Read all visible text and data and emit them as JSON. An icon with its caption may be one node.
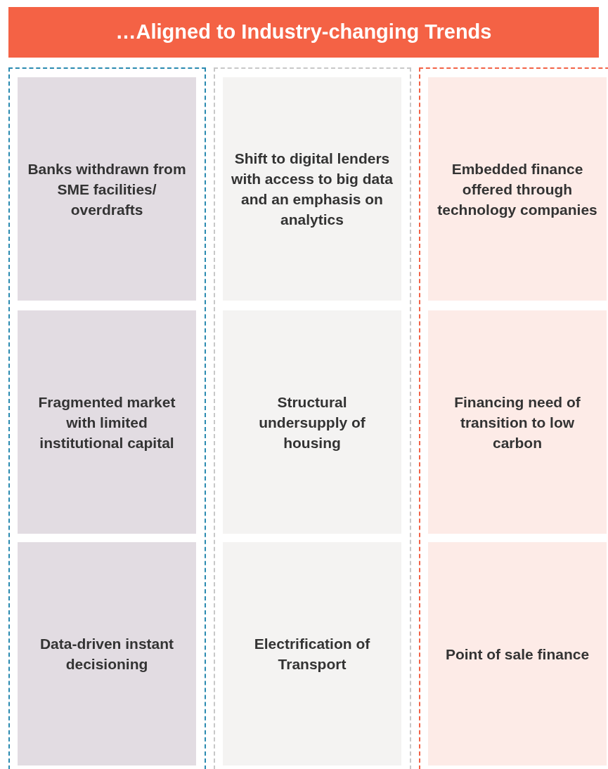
{
  "diagram": {
    "title": "…Aligned to Industry-changing Trends",
    "nodes": [
      {
        "text": [],
        "shape": "box"
      },
      {
        "text": [
          "Banks withdrawn from SME facilities/ overdrafts"
        ],
        "in": 0
      },
      {
        "text": [
          "Fragmented market with limited institutional capital"
        ],
        "in": 0
      },
      {
        "text": [
          "Data-driven instant decisioning"
        ],
        "in": 0
      },
      {
        "text": [],
        "shape": "box"
      },
      {
        "text": [
          "Shift to digital lenders with access to big data and an emphasis on analytics"
        ],
        "in": 4
      },
      {
        "text": [
          "Structural undersupply of housing"
        ],
        "in": 4
      },
      {
        "text": [
          "Electrification of Transport"
        ],
        "in": 4
      },
      {
        "text": [],
        "shape": "box"
      },
      {
        "text": [
          "Embedded finance offered through technology companies"
        ],
        "in": 8
      },
      {
        "text": [
          "Financing need of transition to low carbon"
        ],
        "in": 8
      },
      {
        "text": [
          "Point of sale finance"
        ],
        "in": 8
      }
    ]
  }
}
